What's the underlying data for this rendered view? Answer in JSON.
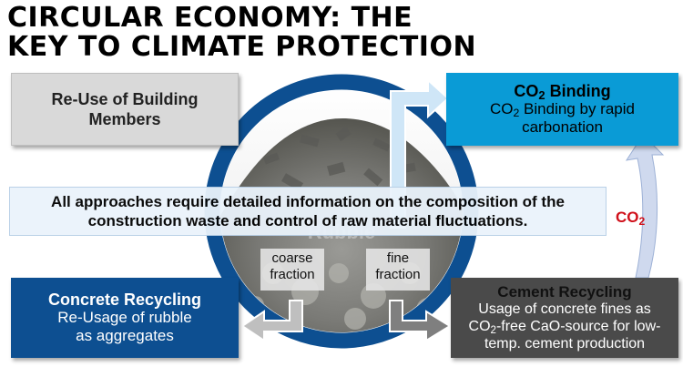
{
  "title": {
    "line1": "CIRCULAR ECONOMY: THE",
    "line2": "KEY TO CLIMATE PROTECTION"
  },
  "reuse_box": {
    "line1": "Re-Use of Building",
    "line2": "Members"
  },
  "co2_binding_box": {
    "heading_pre": "CO",
    "heading_sub": "2",
    "heading_post": " Binding",
    "desc1_pre": "CO",
    "desc1_sub": "2",
    "desc1_post": " Binding by rapid",
    "desc2": "carbonation"
  },
  "callout": {
    "line1": "All approaches require detailed information on the composition of the",
    "line2": "construction waste and control of raw material fluctuations."
  },
  "co2_label": {
    "pre": "CO",
    "sub": "2"
  },
  "photo_watermark": "Rubble",
  "coarse_label": {
    "line1": "coarse",
    "line2": "fraction"
  },
  "fine_label": {
    "line1": "fine",
    "line2": "fraction"
  },
  "concrete_box": {
    "heading": "Concrete Recycling",
    "line1": "Re-Usage of rubble",
    "line2": "as aggregates"
  },
  "cement_box": {
    "heading": "Cement Recycling",
    "line1": "Usage of concrete fines as",
    "line2_pre": "CO",
    "line2_sub": "2",
    "line2_post": "-free CaO-source for low-",
    "line3": "temp. cement production"
  },
  "colors": {
    "ring": "#0d4f91",
    "co2_box": "#0a9bd6",
    "concrete_box": "#0d4f91",
    "cement_box": "#4a4a4a",
    "reuse_box": "#d9d9d9",
    "co2_text": "#d0101a"
  }
}
